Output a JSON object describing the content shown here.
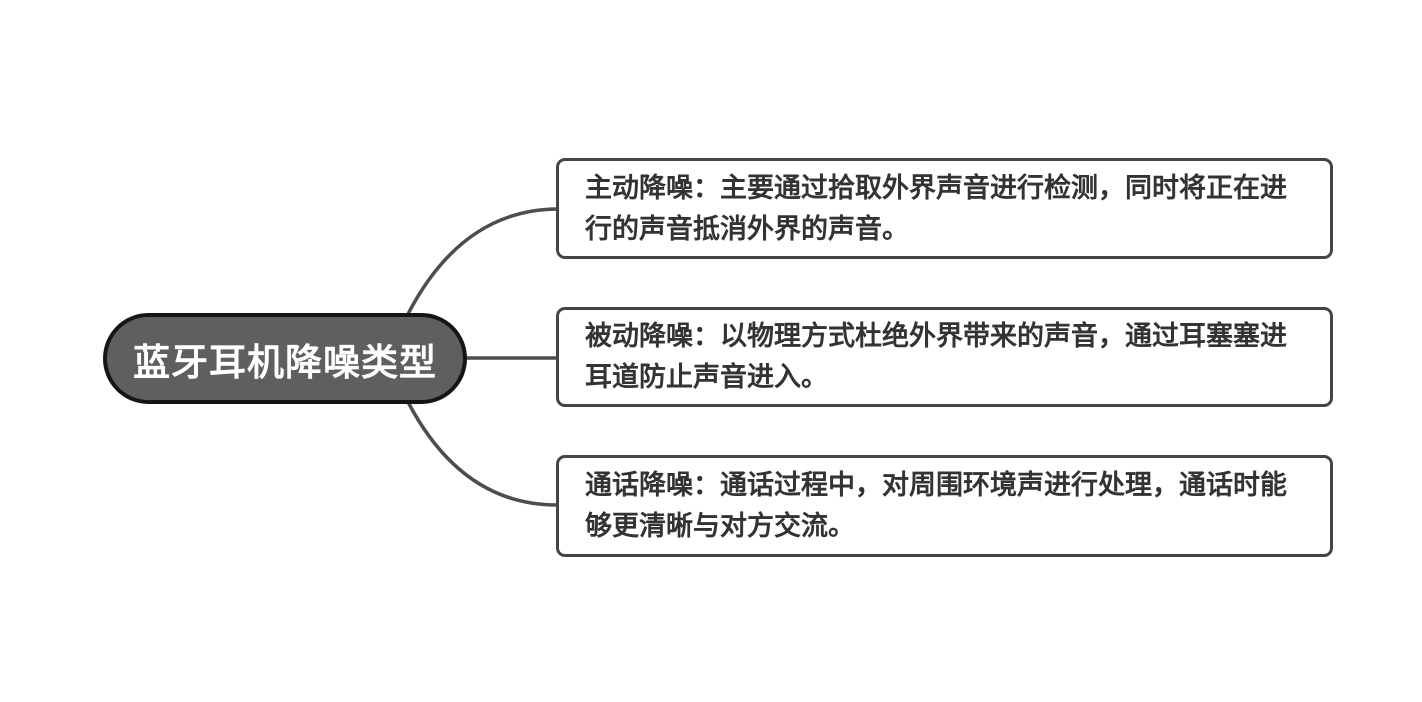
{
  "root": {
    "label": "蓝牙耳机降噪类型"
  },
  "branches": [
    {
      "label": "主动降噪：主要通过拾取外界声音进行检测，同时将正在进行的声音抵消外界的声音。"
    },
    {
      "label": "被动降噪：以物理方式杜绝外界带来的声音，通过耳塞塞进耳道防止声音进入。"
    },
    {
      "label": "通话降噪：通话过程中，对周围环境声进行处理，通话时能够更清晰与对方交流。"
    }
  ],
  "colors": {
    "background": "#ffffff",
    "root_fill": "#5f5f5f",
    "root_border": "#151515",
    "root_text": "#ffffff",
    "branch_fill": "#ffffff",
    "branch_border": "#454545",
    "branch_text": "#333333",
    "connector": "#4d4d4d"
  }
}
